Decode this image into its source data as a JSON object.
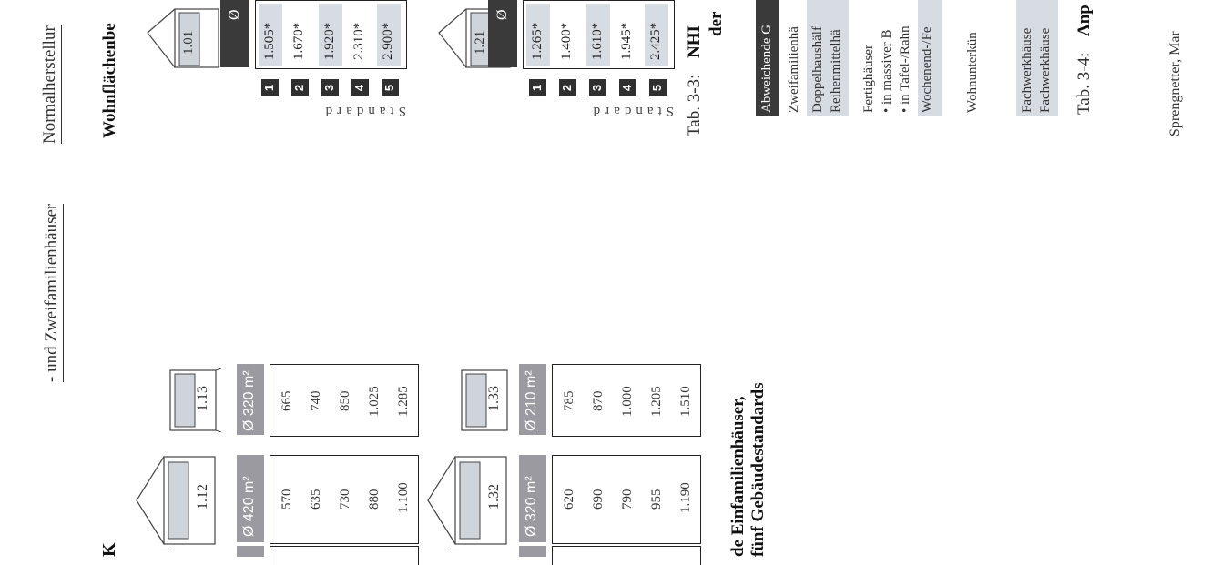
{
  "header": {
    "left_title": "- und Zweifamilienhäuser",
    "right_title": "Normalherstellur"
  },
  "left_page": {
    "section_letter": "K",
    "caption_line1": "de Einfamilienhäuser,",
    "caption_line2": "fünf Gebäudestandards",
    "groups": [
      {
        "columns": [
          {
            "factor": "1.12",
            "area": "Ø 420 m²",
            "values": [
              "570",
              "635",
              "730",
              "880",
              "1.100"
            ]
          },
          {
            "factor": "1.13",
            "area": "Ø 320 m²",
            "values": [
              "665",
              "740",
              "850",
              "1.025",
              "1.285"
            ]
          }
        ]
      },
      {
        "columns": [
          {
            "factor": "1.32",
            "area": "Ø 320 m²",
            "values": [
              "620",
              "690",
              "790",
              "955",
              "1.190"
            ]
          },
          {
            "factor": "1.33",
            "area": "Ø 210 m²",
            "values": [
              "785",
              "870",
              "1.000",
              "1.205",
              "1.510"
            ]
          }
        ]
      }
    ]
  },
  "right_page": {
    "section_heading": "Wohnflächenbe",
    "standard_label": "Standard",
    "standard_numbers": [
      "1",
      "2",
      "3",
      "4",
      "5"
    ],
    "blocks": [
      {
        "factor": "1.01",
        "area_symbol": "Ø",
        "values": [
          "1.505*",
          "1.670*",
          "1.920*",
          "2.310*",
          "2.900*"
        ]
      },
      {
        "factor": "1.21",
        "area_symbol": "Ø",
        "values": [
          "1.265*",
          "1.400*",
          "1.610*",
          "1.945*",
          "2.425*"
        ]
      }
    ],
    "tab33_label": "Tab. 3-3:",
    "tab33_text1": "NHI",
    "tab33_text2": "der",
    "dark_bar": "Abweichende G",
    "lines": [
      "Zweifamilienhä",
      "Doppelhaushälf",
      "Reihenmittelhä",
      "Fertighäuser",
      "• in massiver B",
      "• in Tafel-/Rahn",
      "Wochenend-/Fe",
      "Wohnunterkün",
      "Fachwerkhäuse",
      "Fachwerkhäuse"
    ],
    "tab34_label": "Tab. 3-4:",
    "tab34_text": "Anp",
    "footer": "Sprengnetter, Mar"
  }
}
